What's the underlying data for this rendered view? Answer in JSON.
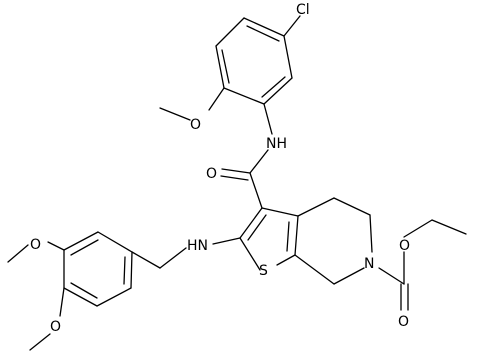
{
  "molecule": {
    "atoms": {
      "cl": "Cl",
      "nh_amide": "NH",
      "o_carbonyl_amide": "O",
      "o_methoxy_top": "O",
      "s_ring": "S",
      "n_ring": "N",
      "nh_amine": "HN",
      "o_methoxy_lower_1": "O",
      "o_methoxy_lower_2": "O",
      "o_ester_single": "O",
      "o_ester_double": "O"
    }
  }
}
